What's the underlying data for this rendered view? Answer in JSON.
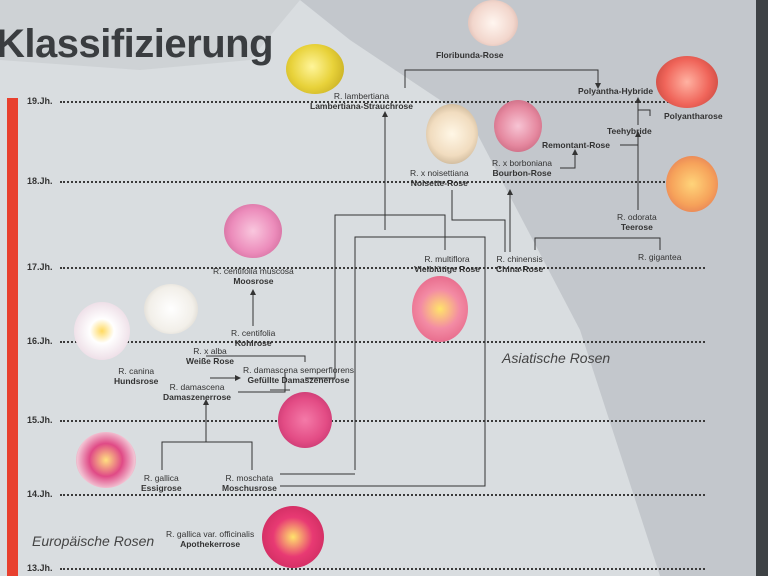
{
  "title": "Klassifizierung",
  "centuries": [
    "19.Jh.",
    "18.Jh.",
    "17.Jh.",
    "16.Jh.",
    "15.Jh.",
    "14.Jh.",
    "13.Jh."
  ],
  "regions": {
    "europe": "Europäische Rosen",
    "asia": "Asiatische Rosen"
  },
  "roses": {
    "floribunda": {
      "name": "Floribunda-Rose"
    },
    "polyantha_hybride": {
      "name": "Polyantha-Hybride"
    },
    "polyantharose": {
      "name": "Polyantharose"
    },
    "lambertiana": {
      "species": "R. lambertiana",
      "name": "Lambertiana-Strauchrose"
    },
    "teehybride": {
      "name": "Teehybride"
    },
    "remontant": {
      "name": "Remontant-Rose"
    },
    "noisette": {
      "species": "R. x noisettiana",
      "name": "Noisette-Rose"
    },
    "bourbon": {
      "species": "R. x borboniana",
      "name": "Bourbon-Rose"
    },
    "teerose": {
      "species": "R. odorata",
      "name": "Teerose"
    },
    "multiflora": {
      "species": "R. multiflora",
      "name": "Vielblütige Rose"
    },
    "chinensis": {
      "species": "R. chinensis",
      "name": "China-Rose"
    },
    "gigantea": {
      "species": "R. gigantea"
    },
    "moos": {
      "species": "R. centifolia muscosa",
      "name": "Moosrose"
    },
    "kohl": {
      "species": "R. centifolia",
      "name": "Kohlrose"
    },
    "weisse": {
      "species": "R. x alba",
      "name": "Weiße Rose"
    },
    "hunds": {
      "species": "R. canina",
      "name": "Hundsrose"
    },
    "gefuellte": {
      "species": "R. damascena semperflorens",
      "name": "Gefüllte Damaszenerrose"
    },
    "damaszener": {
      "species": "R. damascena",
      "name": "Damaszenerrose"
    },
    "essig": {
      "species": "R. gallica",
      "name": "Essigrose"
    },
    "moschus": {
      "species": "R. moschata",
      "name": "Moschusrose"
    },
    "apotheker": {
      "species": "R. gallica var. officinalis",
      "name": "Apothekerrose"
    }
  },
  "colors": {
    "accent_bar": "#e8402e",
    "board": "#d9dde0",
    "line": "#333333"
  }
}
